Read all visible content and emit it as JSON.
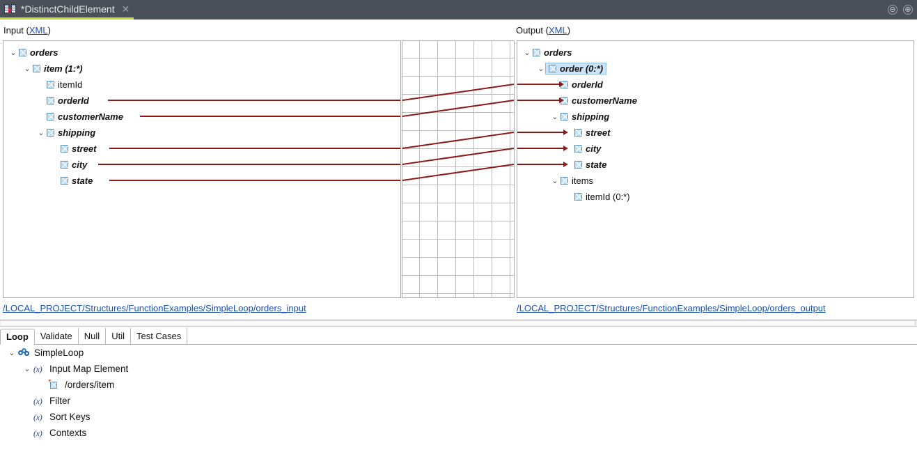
{
  "titlebar": {
    "tab_label": "*DistinctChildElement",
    "close_label": "✕",
    "minimize_label": "⊖",
    "maximize_label": "⊕",
    "tab_icon": "mapping-editor-icon",
    "accent_color": "#c4d82e",
    "background_color": "#4a4f5a"
  },
  "headers": {
    "input_prefix": "Input (",
    "input_link": "XML",
    "input_suffix": ")",
    "output_prefix": "Output (",
    "output_link": "XML",
    "output_suffix": ")"
  },
  "input_tree": {
    "rows": [
      {
        "label": "orders",
        "depth": 0,
        "twisty": "⌄",
        "mapped": true,
        "selected": false
      },
      {
        "label": "item (1:*)",
        "depth": 1,
        "twisty": "⌄",
        "mapped": true,
        "selected": false
      },
      {
        "label": "itemId",
        "depth": 2,
        "twisty": "",
        "mapped": false,
        "selected": false
      },
      {
        "label": "orderId",
        "depth": 2,
        "twisty": "",
        "mapped": true,
        "selected": false
      },
      {
        "label": "customerName",
        "depth": 2,
        "twisty": "",
        "mapped": true,
        "selected": false
      },
      {
        "label": "shipping",
        "depth": 2,
        "twisty": "⌄",
        "mapped": true,
        "selected": false
      },
      {
        "label": "street",
        "depth": 3,
        "twisty": "",
        "mapped": true,
        "selected": false
      },
      {
        "label": "city",
        "depth": 3,
        "twisty": "",
        "mapped": true,
        "selected": false
      },
      {
        "label": "state",
        "depth": 3,
        "twisty": "",
        "mapped": true,
        "selected": false
      }
    ]
  },
  "output_tree": {
    "rows": [
      {
        "label": "orders",
        "depth": 0,
        "twisty": "⌄",
        "mapped": true,
        "selected": false
      },
      {
        "label": "order (0:*)",
        "depth": 1,
        "twisty": "⌄",
        "mapped": true,
        "selected": true
      },
      {
        "label": "orderId",
        "depth": 2,
        "twisty": "",
        "mapped": true,
        "selected": false
      },
      {
        "label": "customerName",
        "depth": 2,
        "twisty": "",
        "mapped": true,
        "selected": false
      },
      {
        "label": "shipping",
        "depth": 2,
        "twisty": "⌄",
        "mapped": true,
        "selected": false
      },
      {
        "label": "street",
        "depth": 3,
        "twisty": "",
        "mapped": true,
        "selected": false
      },
      {
        "label": "city",
        "depth": 3,
        "twisty": "",
        "mapped": true,
        "selected": false
      },
      {
        "label": "state",
        "depth": 3,
        "twisty": "",
        "mapped": true,
        "selected": false
      },
      {
        "label": "items",
        "depth": 2,
        "twisty": "⌄",
        "mapped": false,
        "selected": false
      },
      {
        "label": "itemId (0:*)",
        "depth": 3,
        "twisty": "",
        "mapped": false,
        "selected": false
      }
    ]
  },
  "mappings": {
    "line_color": "#8b1a18",
    "links": [
      {
        "from": "orderId",
        "to": "orderId",
        "src_row": 3,
        "dst_row": 2
      },
      {
        "from": "customerName",
        "to": "customerName",
        "src_row": 4,
        "dst_row": 3
      },
      {
        "from": "street",
        "to": "street",
        "src_row": 6,
        "dst_row": 5
      },
      {
        "from": "city",
        "to": "city",
        "src_row": 7,
        "dst_row": 6
      },
      {
        "from": "state",
        "to": "state",
        "src_row": 8,
        "dst_row": 7
      }
    ]
  },
  "paths": {
    "input": "/LOCAL_PROJECT/Structures/FunctionExamples/SimpleLoop/orders_input",
    "output": "/LOCAL_PROJECT/Structures/FunctionExamples/SimpleLoop/orders_output"
  },
  "bottom_tabs": {
    "items": [
      {
        "label": "Loop",
        "active": true
      },
      {
        "label": "Validate",
        "active": false
      },
      {
        "label": "Null",
        "active": false
      },
      {
        "label": "Util",
        "active": false
      },
      {
        "label": "Test Cases",
        "active": false
      }
    ]
  },
  "bottom_tree": {
    "rows": [
      {
        "label": "SimpleLoop",
        "depth": 0,
        "twisty": "⌄",
        "icon": "chain-link-icon"
      },
      {
        "label": "Input Map Element",
        "depth": 1,
        "twisty": "⌄",
        "icon": "function-fx-icon"
      },
      {
        "label": "/orders/item",
        "depth": 2,
        "twisty": "",
        "icon": "element-ref-icon"
      },
      {
        "label": "Filter",
        "depth": 1,
        "twisty": "",
        "icon": "function-fx-icon"
      },
      {
        "label": "Sort Keys",
        "depth": 1,
        "twisty": "",
        "icon": "function-fx-icon"
      },
      {
        "label": "Contexts",
        "depth": 1,
        "twisty": "",
        "icon": "function-fx-icon"
      }
    ],
    "fx_glyph": "(x)"
  }
}
